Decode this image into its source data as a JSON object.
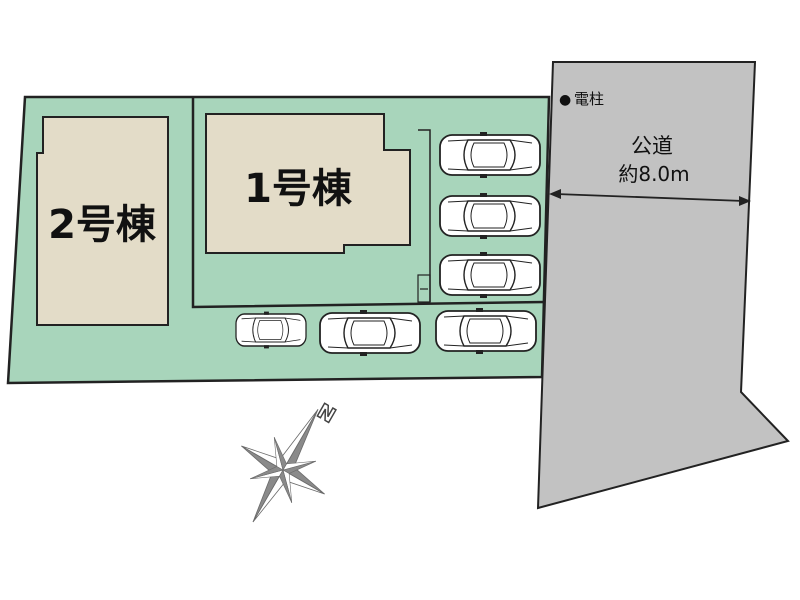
{
  "site_plan": {
    "buildings": [
      {
        "label": "1号棟"
      },
      {
        "label": "2号棟"
      }
    ],
    "utility_pole": {
      "marker": "●",
      "label": "電柱"
    },
    "road": {
      "name": "公道",
      "width": "約8.0m"
    },
    "compass": {
      "north_label": "N",
      "icon": "compass-rose-icon"
    },
    "parking": {
      "car_count": 6,
      "icon": "car-icon"
    },
    "colors": {
      "lot": "#a8d5bb",
      "building": "#e3dcc8",
      "road": "#c2c2c2",
      "outline": "#222222",
      "compass": "#888888"
    }
  }
}
